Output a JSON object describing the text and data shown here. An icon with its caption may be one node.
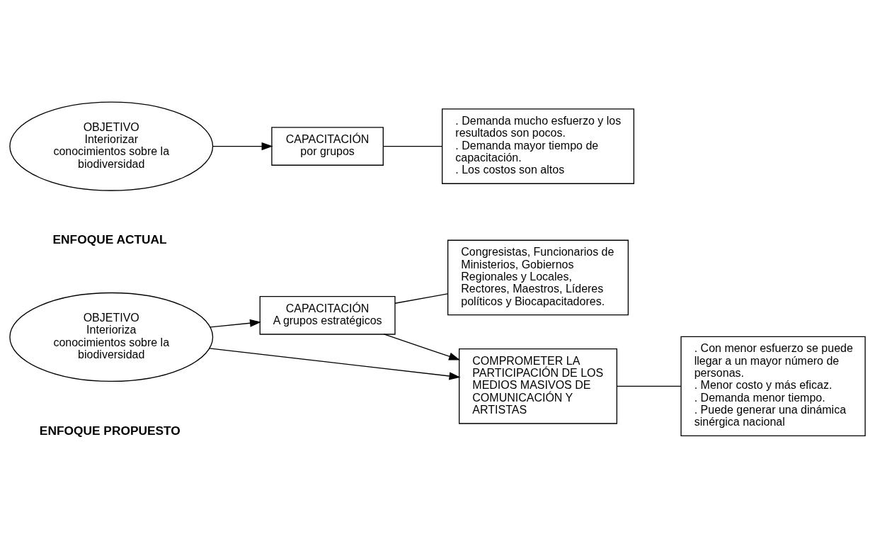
{
  "diagram": {
    "nodes": [
      {
        "text": [
          "OBJETIVO",
          "Interiorizar conocimientos sobre la biodiversidad"
        ]
      },
      {
        "text": [
          "CAPACITACIÓN",
          "por grupos"
        ]
      },
      {
        "text": [
          ". Demanda mucho esfuerzo y los resultados son pocos.",
          ". Demanda mayor tiempo de capacitación.",
          ". Los costos son altos"
        ]
      },
      {
        "text": [
          "OBJETIVO",
          "Interioriza conocimientos sobre la biodiversidad"
        ]
      },
      {
        "text": [
          "CAPACITACIÓN",
          "A grupos estratégicos"
        ]
      },
      {
        "text": [
          "Congresistas, Funcionarios de Ministerios, Gobiernos Regionales y Locales, Rectores, Maestros, Líderes políticos y Biocapacitadores."
        ]
      },
      {
        "text": [
          "COMPROMETER LA PARTICIPACIÓN DE LOS MEDIOS MASIVOS DE COMUNICACIÓN Y ARTISTAS"
        ]
      },
      {
        "text": [
          ". Con menor esfuerzo se puede llegar a un mayor número de personas.",
          ". Menor costo y más eficaz.",
          ". Demanda menor tiempo.",
          ". Puede generar una dinámica sinérgica nacional"
        ]
      }
    ],
    "edges": [
      {
        "from": 0,
        "to": 1,
        "arrow": "to"
      },
      {
        "from": 1,
        "to": 2,
        "arrow": "none"
      },
      {
        "from": 3,
        "to": 4,
        "arrow": "to"
      },
      {
        "from": 3,
        "to": 6,
        "arrow": "to"
      },
      {
        "from": 4,
        "to": 6,
        "arrow": "to"
      },
      {
        "from": 4,
        "to": 5,
        "arrow": "none"
      },
      {
        "from": 6,
        "to": 7,
        "arrow": "none"
      }
    ],
    "labels": [
      "ENFOQUE ACTUAL",
      "ENFOQUE PROPUESTO"
    ]
  }
}
